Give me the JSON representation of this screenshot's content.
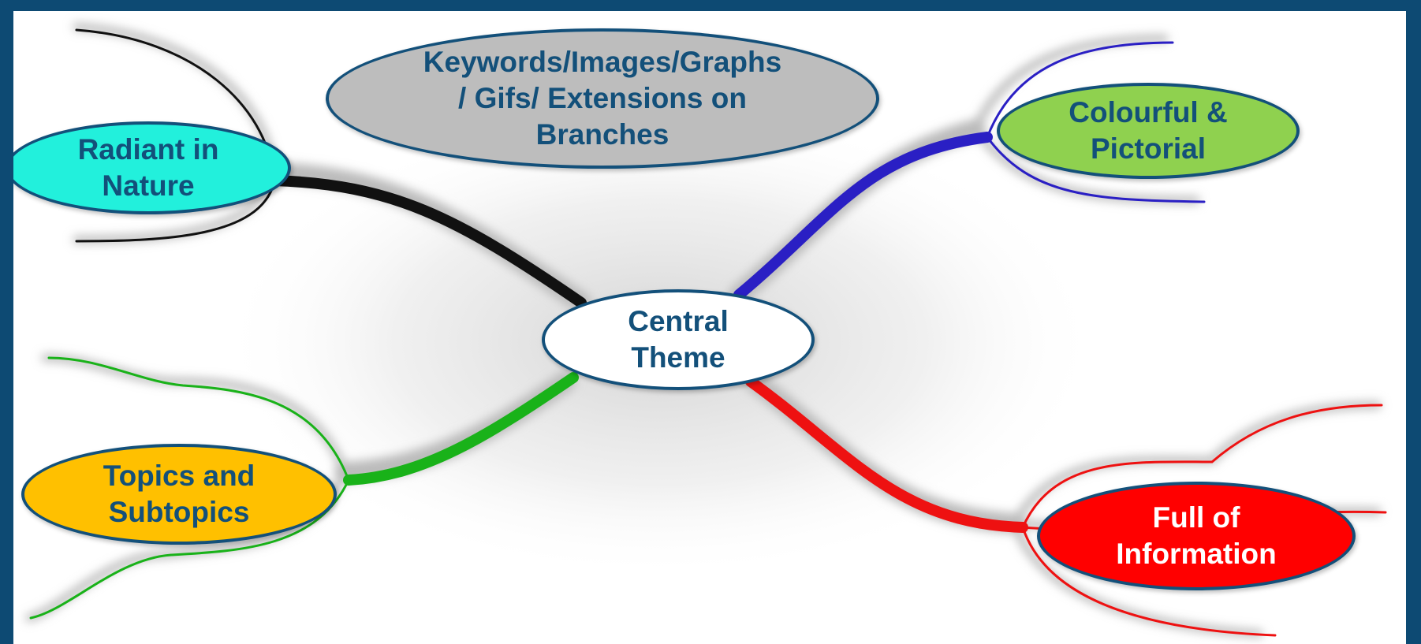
{
  "diagram": {
    "central": {
      "label": "Central\nTheme",
      "color": "#ffffff"
    },
    "topic": {
      "label": "Keywords/Images/Graphs\n/ Gifs/ Extensions on\nBranches",
      "color": "#bdbdbd"
    },
    "nodes": [
      {
        "id": "radiant",
        "label": "Radiant in\nNature",
        "color": "#22f0dc",
        "branch_color": "#111111"
      },
      {
        "id": "colourful",
        "label": "Colourful &\nPictorial",
        "color": "#8fd14f",
        "branch_color": "#2a1fc4"
      },
      {
        "id": "topics",
        "label": "Topics and\nSubtopics",
        "color": "#ffc000",
        "branch_color": "#19b219"
      },
      {
        "id": "information",
        "label": "Full of\nInformation",
        "color": "#ff0000",
        "branch_color": "#ee1111"
      }
    ]
  }
}
